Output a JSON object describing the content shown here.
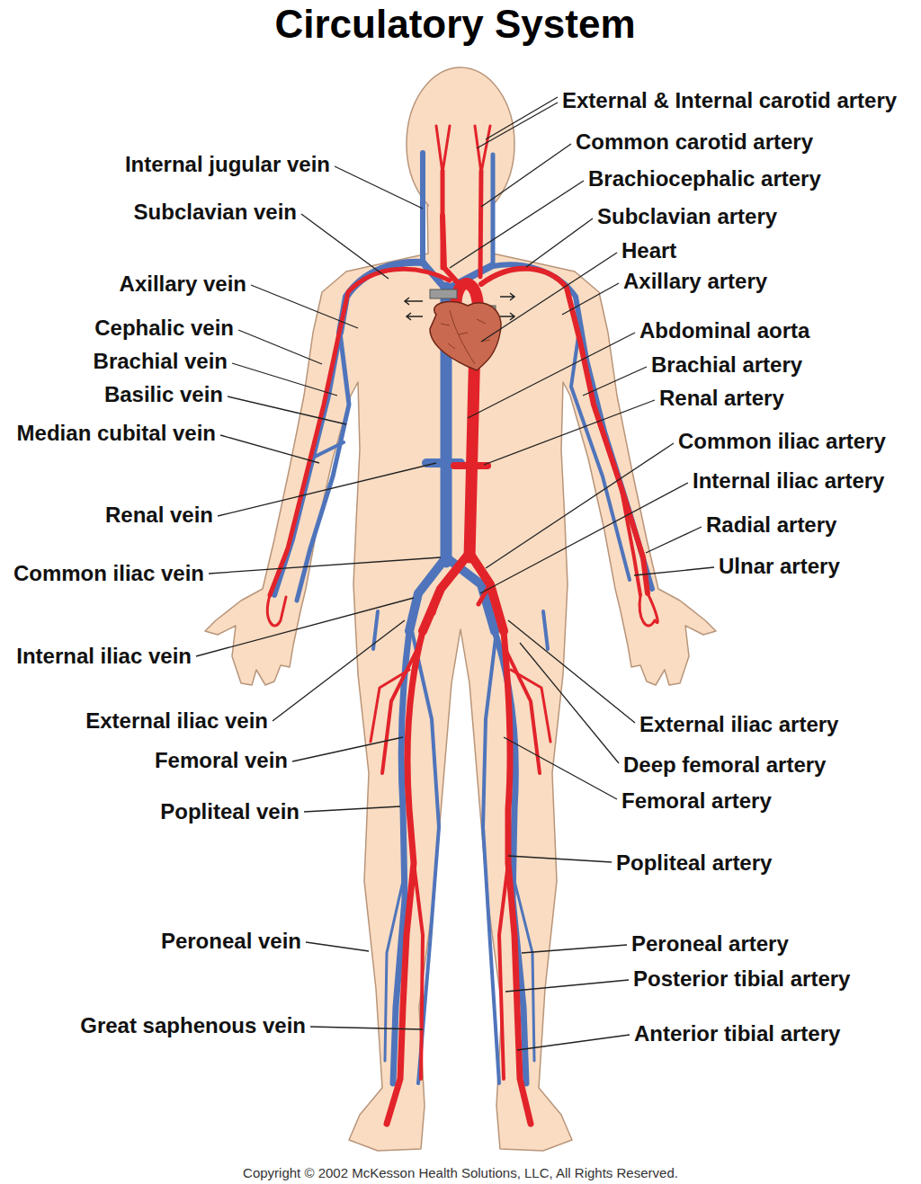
{
  "diagram": {
    "title": "Circulatory System",
    "caption": "Copyright © 2002 McKesson Health Solutions, LLC, All Rights Reserved.",
    "labels": [
      "Internal jugular vein",
      "Subclavian vein",
      "Axillary vein",
      "Cephalic vein",
      "Brachial vein",
      "Basilic vein",
      "Median cubital vein",
      "Renal vein",
      "Common iliac vein",
      "Internal iliac vein",
      "External iliac vein",
      "Femoral vein",
      "Popliteal vein",
      "Peroneal vein",
      "Great saphenous vein",
      "External & Internal carotid artery",
      "Common carotid artery",
      "Brachiocephalic artery",
      "Subclavian artery",
      "Heart",
      "Axillary artery",
      "Abdominal aorta",
      "Brachial artery",
      "Renal artery",
      "Common iliac artery",
      "Internal iliac artery",
      "Radial artery",
      "Ulnar artery",
      "External iliac artery",
      "Deep femoral artery",
      "Femoral artery",
      "Popliteal artery",
      "Peroneal artery",
      "Posterior tibial artery",
      "Anterior tibial artery"
    ]
  }
}
